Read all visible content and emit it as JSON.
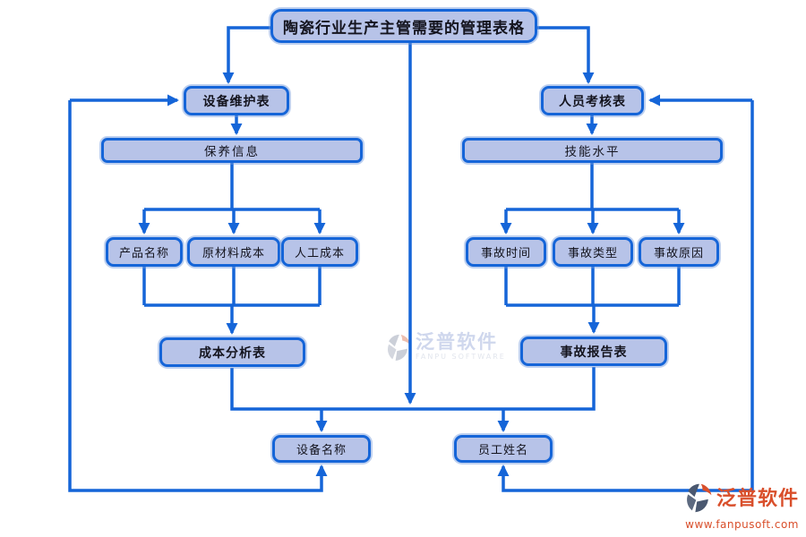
{
  "diagram": {
    "nodes": {
      "title": "陶瓷行业生产主管需要的管理表格",
      "equipment_maintenance_table": "设备维护表",
      "personnel_assessment_table": "人员考核表",
      "maintenance_info": "保养信息",
      "skill_level": "技能水平",
      "product_name": "产品名称",
      "raw_material_cost": "原材料成本",
      "labor_cost": "人工成本",
      "cost_analysis_table": "成本分析表",
      "accident_time": "事故时间",
      "accident_type": "事故类型",
      "accident_cause": "事故原因",
      "accident_report_table": "事故报告表",
      "equipment_name": "设备名称",
      "employee_name": "员工姓名"
    },
    "colors": {
      "line": "#1565d8",
      "node_fill": "#b7c3e8",
      "node_border": "#1565d8",
      "logo_red": "#d94f2b",
      "logo_dark": "#4a5870"
    }
  },
  "watermark": {
    "brand": "泛普软件",
    "subtitle": "FANPU SOFTWARE"
  },
  "footer": {
    "brand": "泛普软件",
    "website": "www.fanpusoft.com"
  }
}
